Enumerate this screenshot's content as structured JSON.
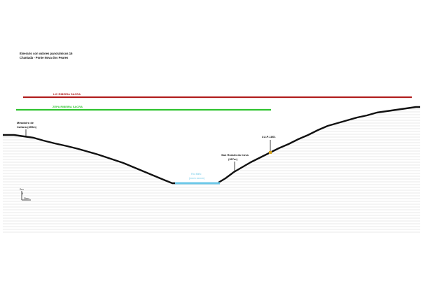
{
  "header": {
    "line1": "Itinerario con valores panorámicos 16",
    "line2": "Chantada - Ponte Nova dos Peares"
  },
  "bands": {
    "lic": {
      "label": "LIC RIBEIRA SACRA",
      "color": "#b01e1e"
    },
    "zepa": {
      "label": "ZEPA RIBEIRA SACRA",
      "color": "#2fc32f"
    }
  },
  "points": {
    "mirador": {
      "line1": "Miradoiro de",
      "line2": "Cultura (499m)"
    },
    "san_roman": {
      "line1": "San Román da Cova",
      "line2": "(267m)"
    },
    "road": {
      "label": "LU-P-1801",
      "color": "#d6a21a"
    }
  },
  "river": {
    "line1": "Río Miño",
    "line2": "(xxxm xxxxm)",
    "color": "#6cc8e8"
  },
  "scale": {
    "top": "2m",
    "mid": "5",
    "bottom": "2km"
  },
  "colors": {
    "profile": "#111111",
    "stripes": "#e9e9e9"
  }
}
